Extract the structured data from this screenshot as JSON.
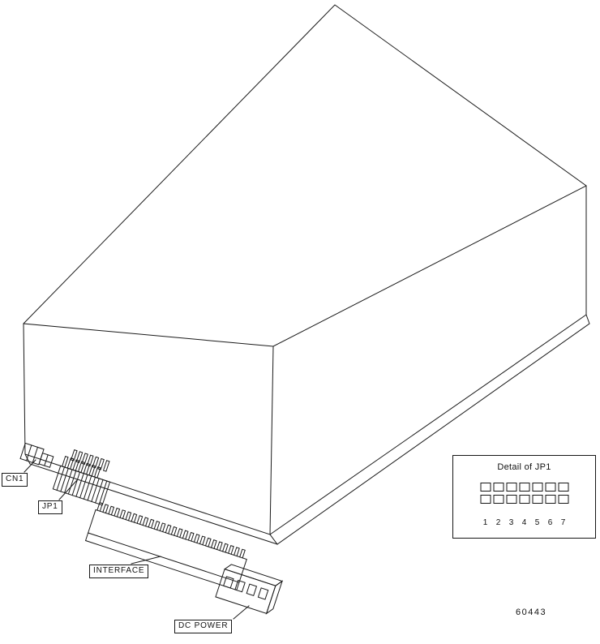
{
  "labels": {
    "cn1": "CN1",
    "jp1": "JP1",
    "interface": "INTERFACE",
    "dc_power": "DC POWER"
  },
  "detail": {
    "title": "Detail of JP1",
    "pin_numbers": [
      "1",
      "2",
      "3",
      "4",
      "5",
      "6",
      "7"
    ]
  },
  "figure": {
    "part_number": "60443"
  },
  "colors": {
    "line": "#1a1a1a",
    "background": "#ffffff"
  }
}
